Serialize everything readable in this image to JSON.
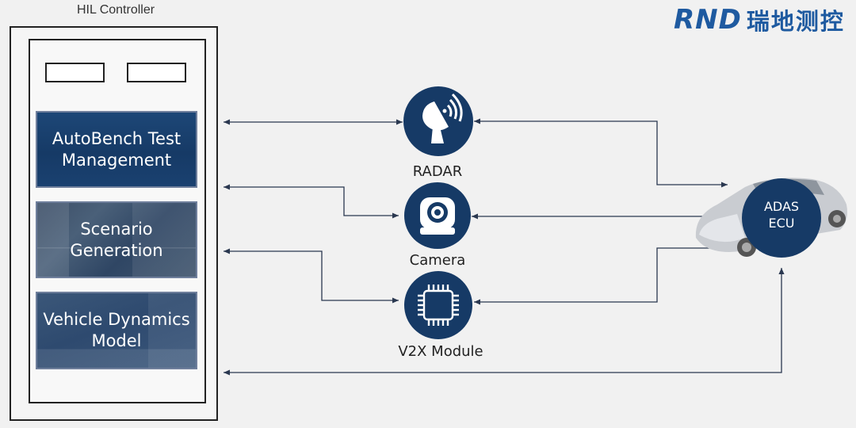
{
  "controller": {
    "title": "HIL Controller",
    "modules": [
      {
        "label": "AutoBench Test\nManagement"
      },
      {
        "label": "Scenario\nGeneration"
      },
      {
        "label": "Vehicle Dynamics\nModel"
      }
    ]
  },
  "nodes": [
    {
      "label": "RADAR",
      "icon": "radar-dish-icon"
    },
    {
      "label": "Camera",
      "icon": "camera-icon"
    },
    {
      "label": "V2X Module",
      "icon": "chip-icon"
    }
  ],
  "ecu": {
    "label": "ADAS\nECU",
    "image": "car-image"
  },
  "logo": {
    "mark": "RND",
    "text": "瑞地测控"
  },
  "colors": {
    "node_fill": "#163a66",
    "module_blue": "#1a4170",
    "line": "#2a3850",
    "logo_blue": "#1e5aa0"
  }
}
